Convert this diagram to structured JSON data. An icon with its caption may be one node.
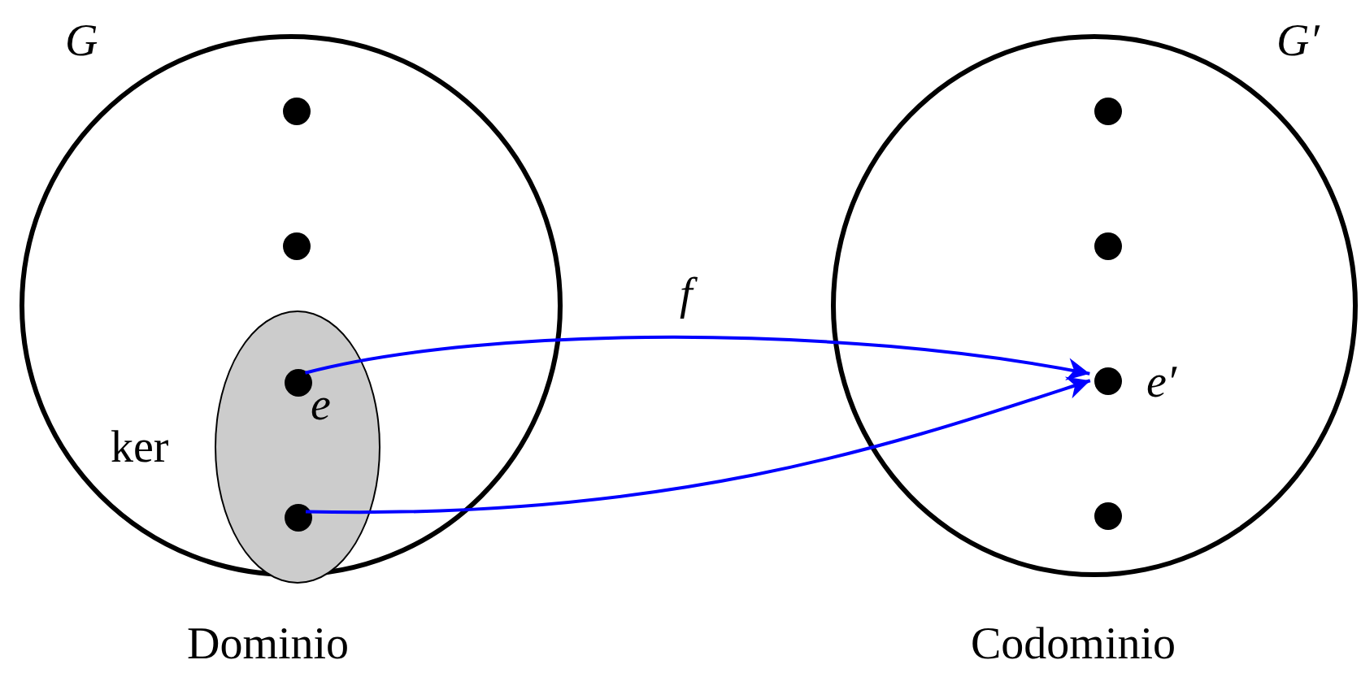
{
  "diagram": {
    "nodes": [
      {
        "text": [
          "G"
        ],
        "beside": [
          "Dominio"
        ]
      },
      {
        "text": [
          "G′"
        ],
        "beside": [
          "Codominio"
        ]
      },
      {
        "text": [
          "ker"
        ],
        "in": 0
      },
      {
        "text": [],
        "shape": "circle",
        "in": 0
      },
      {
        "text": [],
        "shape": "circle",
        "in": 0
      },
      {
        "text": [],
        "shape": "circle",
        "in": 2,
        "beside": [
          "e"
        ]
      },
      {
        "text": [],
        "shape": "circle",
        "in": 2
      },
      {
        "text": [],
        "shape": "circle",
        "in": 1
      },
      {
        "text": [],
        "shape": "circle",
        "in": 1
      },
      {
        "text": [],
        "shape": "circle",
        "in": 1,
        "beside": [
          "e′"
        ]
      },
      {
        "text": [],
        "shape": "circle",
        "in": 1
      }
    ],
    "edges": [
      {
        "from": 5,
        "to": 9,
        "arrow": "to",
        "label": "f"
      },
      {
        "from": 6,
        "to": 9,
        "arrow": "to"
      }
    ]
  }
}
